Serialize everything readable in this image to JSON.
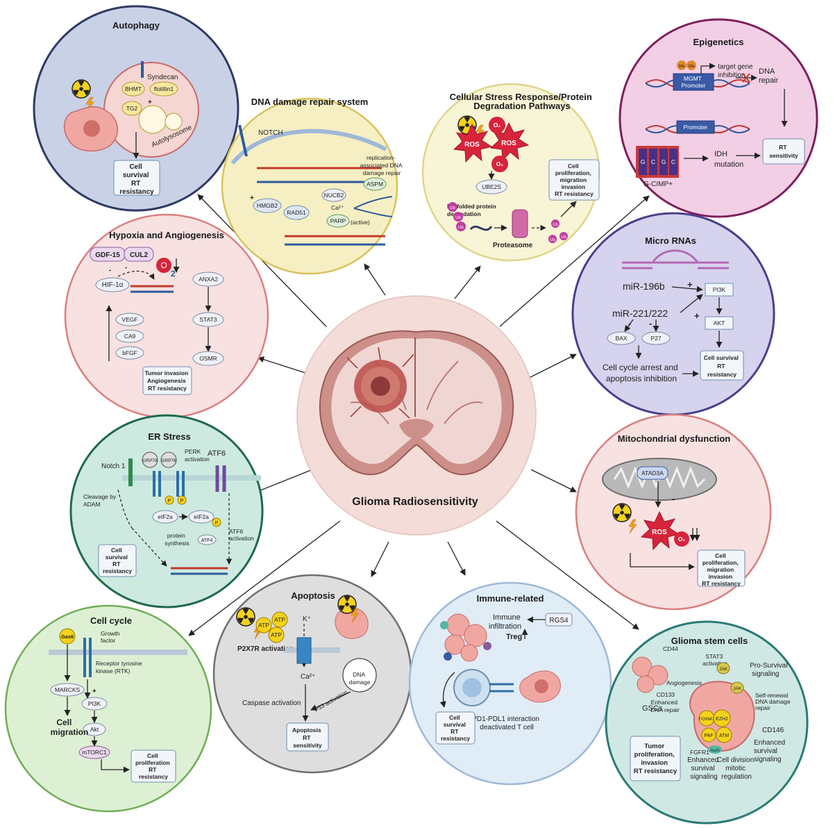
{
  "center": {
    "title": "Glioma Radiosensitivity"
  },
  "autophagy": {
    "title": "Autophagy",
    "syndecan": "Syndecan",
    "bhmt": "BHMT",
    "flotillin": "flotillin1",
    "tg2": "TG2",
    "plus": "+",
    "autolysosome": "Autolysosome",
    "outcome": [
      "Cell",
      "survival",
      "RT",
      "resistancy"
    ]
  },
  "dna_repair": {
    "title": "DNA damage repair system",
    "notch": "NOTCH",
    "hmgb2": "HMGB2",
    "rad51": "RAD51",
    "nucb2": "NUCB2",
    "ca": "Ca²⁺",
    "parp": "PARP",
    "active": "(active)",
    "aspm": "ASPM",
    "replication": [
      "replication-",
      "associated DNA",
      "damage repair"
    ],
    "plus1": "+",
    "plus2": "+"
  },
  "stress": {
    "title": [
      "Cellular Stress Response/Protein",
      "Degradation Pathways"
    ],
    "ros1": "ROS",
    "ros2": "ROS",
    "o2a": "O₂",
    "o2b": "O₂",
    "ube2s": "UBE2S",
    "misfolded": [
      "Misfolded protein",
      "degradation"
    ],
    "proteasome": "Proteasome",
    "ub": "Ub",
    "outcome": [
      "Cell",
      "proliferation,",
      "migration",
      "invasion",
      "RT resistancy"
    ]
  },
  "epigenetics": {
    "title": "Epigenetics",
    "me": "Me",
    "mgmt": [
      "MGMT",
      "Promoter"
    ],
    "target": [
      "target gene",
      "inhibition"
    ],
    "dna_repair": [
      "DNA",
      "repair"
    ],
    "promoter": "Promoter",
    "idh": [
      "IDH",
      "mutation"
    ],
    "gcimp": "G-CIMP+",
    "outcome": [
      "RT",
      "sensitivity"
    ],
    "g": "G",
    "c": "C"
  },
  "hypoxia": {
    "title": "Hypoxia and Angiogenesis",
    "gdf": "GDF-15",
    "cul2": "CUL2",
    "o": "O",
    "two": "2",
    "hif": "HIF-1α",
    "minus1": "-",
    "minus2": "-",
    "anxa2": "ANXA2",
    "stat3": "STAT3",
    "osmr": "OSMR",
    "vegf": "VEGF",
    "ca9": "CA9",
    "bfgf": "bFGF",
    "outcome": [
      "Tumor invasion",
      "Angiogenesis",
      "RT resistancy"
    ]
  },
  "mirna": {
    "title": "Micro RNAs",
    "mir196": "miR-196b",
    "mir221": "miR-221/222",
    "pi3k": "PI3K",
    "akt": "AKT",
    "bax": "BAX",
    "p27": "P27",
    "plus1": "+",
    "plus2": "+",
    "minus1": "-",
    "minus2": "-",
    "cycle": [
      "Cell cycle arrest and",
      "apoptosis inhibition"
    ],
    "outcome": [
      "Cell survival",
      "RT",
      "resistancy"
    ]
  },
  "er": {
    "title": "ER Stress",
    "notch": "Notch 1",
    "grp": "GRP78",
    "perk": [
      "PERK",
      "activation"
    ],
    "atf6": "ATF6",
    "cleavage": [
      "Cleavage by",
      "ADAM"
    ],
    "p": "P",
    "eif": "eIF2a",
    "protein": [
      "protein",
      "synthesis"
    ],
    "atf4": "ATF4",
    "atf6act": [
      "ATF6",
      "activation"
    ],
    "outcome": [
      "Cell",
      "survival",
      "RT",
      "resistancy"
    ]
  },
  "mito": {
    "title": "Mitochondrial dysfunction",
    "atad": "ATAD3A",
    "minus": "-",
    "ros": "ROS",
    "o2": "O₂",
    "outcome": [
      "Cell",
      "proliferation,",
      "migration",
      "invasion",
      "RT resistancy"
    ]
  },
  "cellcycle": {
    "title": "Cell cycle",
    "gas6": "Gas6",
    "growth": [
      "Growth",
      "factor"
    ],
    "rtk": [
      "Receptor tyrosine",
      "kinase (RTK)"
    ],
    "marcks": "MARCKS",
    "plus": "+",
    "pi3k": "PI3K",
    "akt": "Akt",
    "mtorc": "mTORC1",
    "migration": [
      "Cell",
      "migration"
    ],
    "outcome": [
      "Cell",
      "proliferation",
      "RT",
      "resistancy"
    ]
  },
  "apoptosis": {
    "title": "Apoptosis",
    "atp": "ATP",
    "k": "K⁺",
    "p2x7r": "P2X7R activation",
    "ca": "Ca²⁺",
    "dna": [
      "DNA",
      "damage"
    ],
    "p53": "P53 activation",
    "caspase": "Caspase activation",
    "outcome": [
      "Apoptosis",
      "RT",
      "sensitivity"
    ]
  },
  "immune": {
    "title": "Immune-related",
    "immune": [
      "Immune",
      "infiltration"
    ],
    "treg": "Treg",
    "rgs4": "RGS4",
    "pd1": [
      "PD1-PDL1 interaction",
      "deactivated T cell"
    ],
    "outcome": [
      "Cell",
      "survival",
      "RT",
      "resistancy"
    ]
  },
  "gsc": {
    "title": "Glioma stem cells",
    "gscs": "GSCs",
    "cd44": "CD44",
    "angio": "Angiogenesis",
    "stat3": [
      "STAT3",
      "activation"
    ],
    "prosurv": [
      "Pro-Survival",
      "signaling"
    ],
    "jak": "JAK",
    "cd133": [
      "CD133",
      "Enhanced",
      "DNA repair"
    ],
    "self": [
      "Self-renewal",
      "DNA damage",
      "repair"
    ],
    "foxm": "FOXM1",
    "ezh2": "EZH2",
    "paf": "PAF",
    "atm": "ATM",
    "aura": "AurA",
    "cd146": [
      "CD146",
      "Enhanced",
      "survival",
      "signaling"
    ],
    "fgfr1": "FGFR1",
    "enh": [
      "Enhanced",
      "survival",
      "signaling"
    ],
    "division": [
      "Cell division",
      "mitotic",
      "regulation"
    ],
    "outcome": [
      "Tumor",
      "proliferation,",
      "invasion",
      "RT resistancy"
    ]
  },
  "colors": {
    "autophagy": "#c9d1e6",
    "dna": "#f6efc3",
    "stress": "#f8f4d6",
    "epi": "#f3cfe6",
    "hypoxia": "#f8e1e1",
    "mirna": "#d6d3ee",
    "er": "#cde9e0",
    "mito": "#f8e1e1",
    "cellcycle": "#ddf0d4",
    "apoptosis": "#dedede",
    "immune": "#e0ecf6",
    "gsc": "#cfe8e4",
    "center": "#f4dcd8"
  }
}
